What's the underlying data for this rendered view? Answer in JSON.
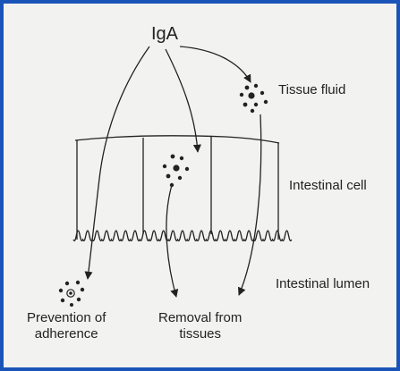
{
  "labels": {
    "iga": "IgA",
    "tissue_fluid": "Tissue fluid",
    "intestinal_cell": "Intestinal cell",
    "intestinal_lumen": "Intestinal lumen",
    "prevention_line1": "Prevention of",
    "prevention_line2": "adherence",
    "removal_line1": "Removal from",
    "removal_line2": "tissues"
  },
  "colors": {
    "frame_border": "#1a54b8",
    "background": "#f2f2f0",
    "ink": "#222222"
  }
}
